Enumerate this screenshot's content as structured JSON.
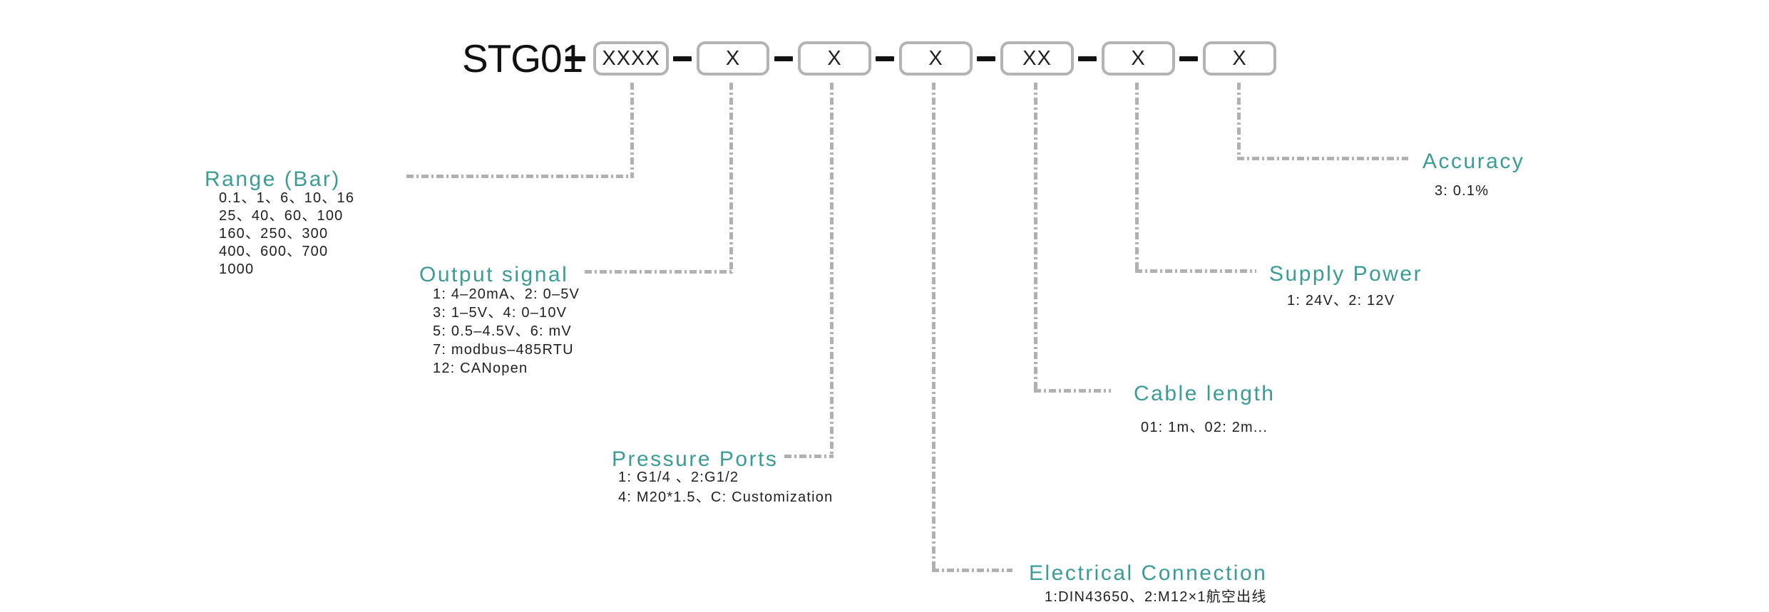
{
  "model": "STG01",
  "code_boxes": [
    "XXXX",
    "X",
    "X",
    "X",
    "XX",
    "X",
    "X"
  ],
  "sections": {
    "range": {
      "label": "Range (Bar)",
      "lines": [
        "0.1、1、6、10、16",
        "25、40、60、100",
        "160、250、300",
        "400、600、700",
        "1000"
      ]
    },
    "output_signal": {
      "label": "Output signal",
      "lines": [
        "1: 4–20mA、2: 0–5V",
        "3: 1–5V、4: 0–10V",
        "5: 0.5–4.5V、6: mV",
        "7: modbus–485RTU",
        "12: CANopen"
      ]
    },
    "pressure_ports": {
      "label": "Pressure Ports",
      "lines": [
        "1: G1/4 、2:G1/2",
        "4: M20*1.5、C: Customization"
      ]
    },
    "electrical_connection": {
      "label": "Electrical Connection",
      "lines": [
        "1:DIN43650、2:M12×1航空出线"
      ]
    },
    "cable_length": {
      "label": "Cable length",
      "lines": [
        "01: 1m、02: 2m..."
      ]
    },
    "supply_power": {
      "label": "Supply Power",
      "lines": [
        "1: 24V、2: 12V"
      ]
    },
    "accuracy": {
      "label": "Accuracy",
      "lines": [
        "3: 0.1%"
      ]
    }
  },
  "colors": {
    "accent_teal": "#3a9c94",
    "connector_gray": "#b1b1b1",
    "box_border_gray": "#b3b3b3",
    "text_dark": "#1f1f1f"
  }
}
